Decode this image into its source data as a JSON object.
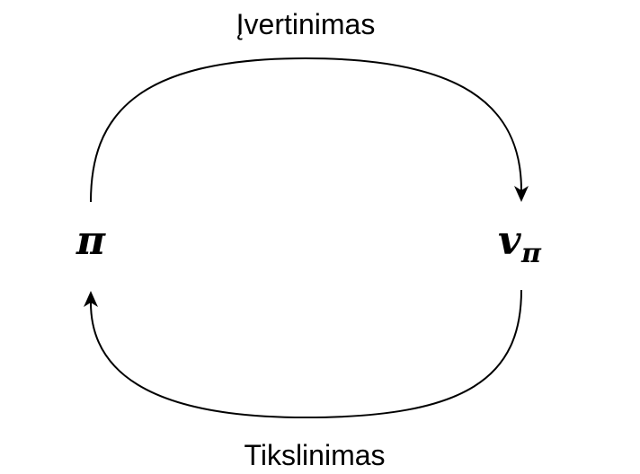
{
  "diagram": {
    "nodes": {
      "policy": {
        "symbol": "π"
      },
      "value": {
        "symbol": "v",
        "subscript": "π"
      }
    },
    "edges": {
      "top": {
        "label": "Įvertinimas",
        "from": "policy",
        "to": "value"
      },
      "bottom": {
        "label": "Tikslinimas",
        "from": "value",
        "to": "policy"
      }
    },
    "colors": {
      "stroke": "#000000",
      "background": "#ffffff"
    }
  }
}
